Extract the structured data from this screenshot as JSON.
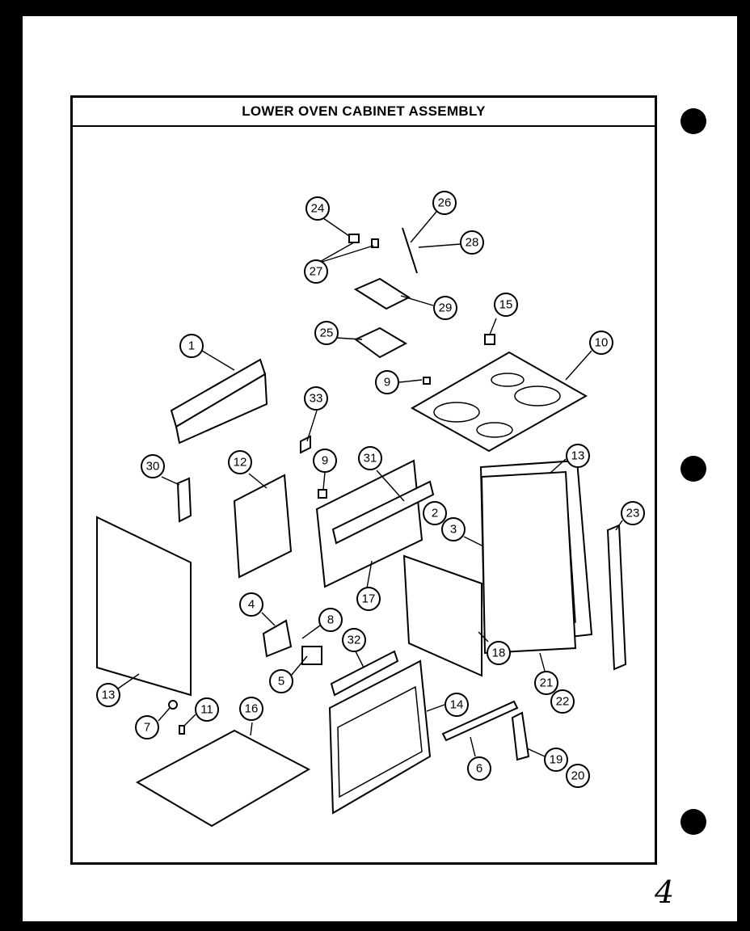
{
  "diagram": {
    "title": "LOWER OVEN CABINET ASSEMBLY",
    "callouts": [
      "24",
      "26",
      "28",
      "27",
      "29",
      "15",
      "25",
      "1",
      "10",
      "9",
      "33",
      "9",
      "30",
      "12",
      "31",
      "13",
      "2",
      "3",
      "23",
      "4",
      "8",
      "17",
      "5",
      "32",
      "18",
      "21",
      "22",
      "13",
      "7",
      "11",
      "16",
      "14",
      "6",
      "19",
      "20"
    ]
  },
  "page_number": "4"
}
